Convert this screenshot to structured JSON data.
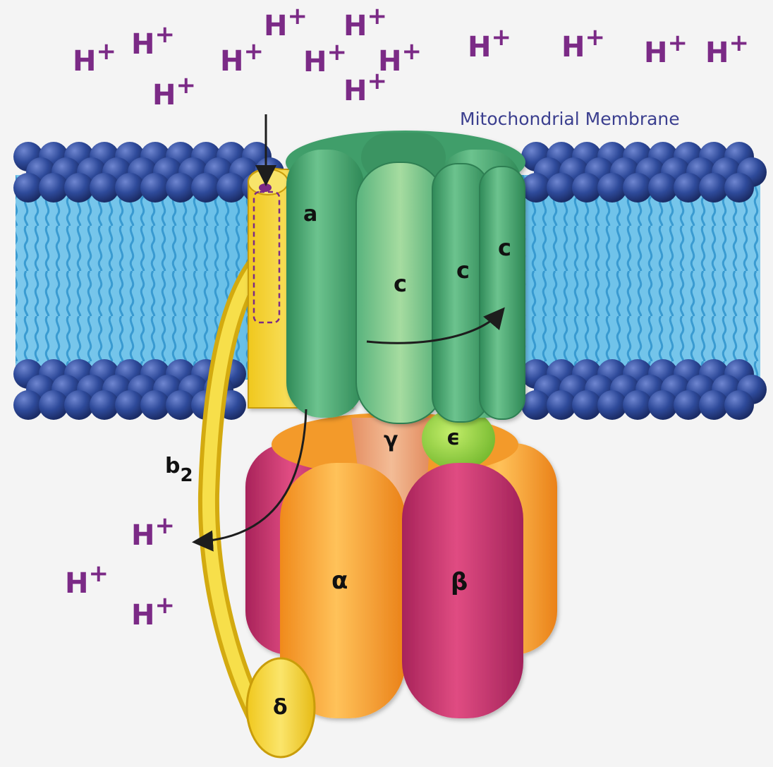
{
  "proton_label": {
    "base": "H",
    "charge": "+"
  },
  "membrane": {
    "title": "Mitochondrial Membrane"
  },
  "subunits": {
    "a": "a",
    "c1": "c",
    "c2": "c",
    "c3": "c",
    "gamma": "γ",
    "epsilon": "ϵ",
    "alpha": "α",
    "beta": "β",
    "delta": "δ",
    "b2_base": "b",
    "b2_sub": "2"
  },
  "colors": {
    "proton": "#7b2a86",
    "membrane_head": "#2e4a9a",
    "membrane_tail": "#4fb3de",
    "c_ring": "#3f9e6a",
    "a_subunit": "#f3d430",
    "alpha": "#f39a2b",
    "beta": "#c8336a",
    "gamma": "#e9a07a",
    "epsilon": "#8ccf3b"
  }
}
